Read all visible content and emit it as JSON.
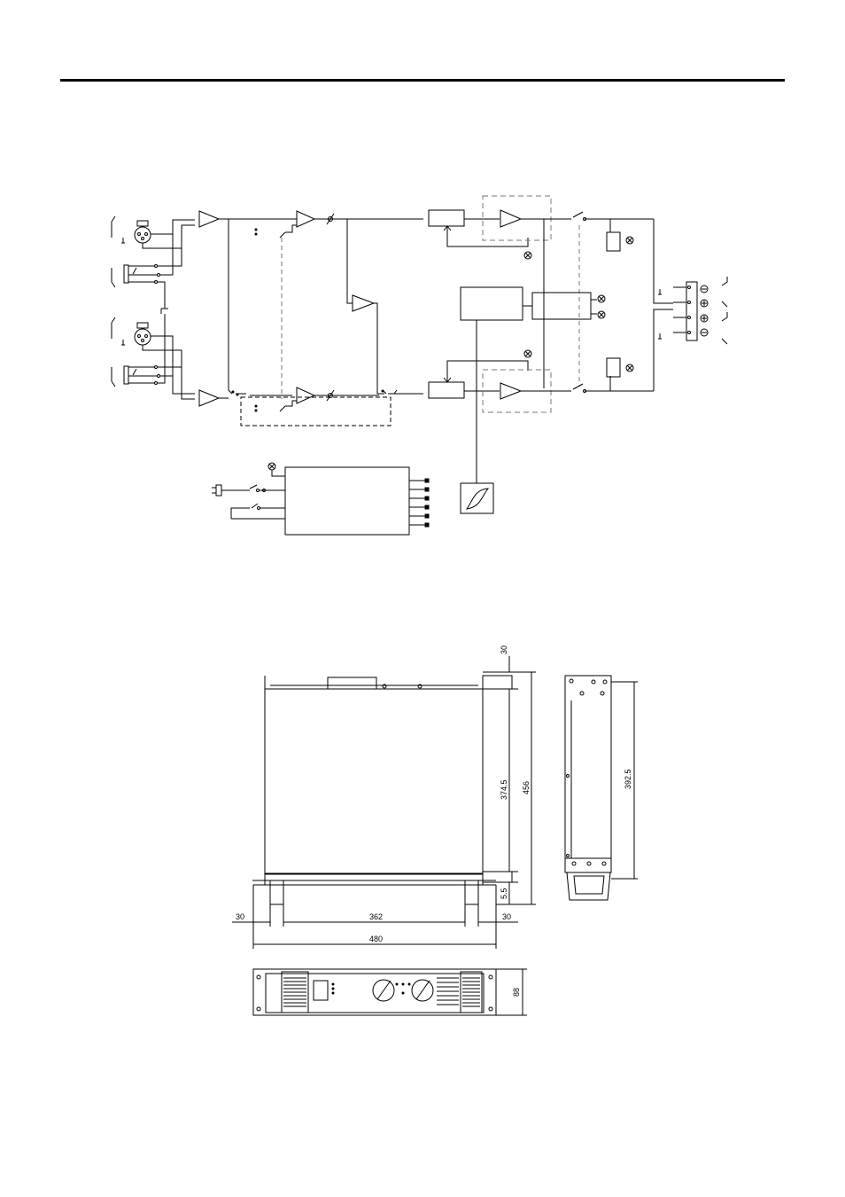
{
  "dimensions": {
    "top_clearance": "30",
    "body_depth": "374.5",
    "total_depth": "456",
    "handle_depth": "5.5",
    "side_depth": "392.5",
    "side_left": "30",
    "inner_width": "362",
    "side_right": "30",
    "total_width": "480",
    "height": "88"
  },
  "colors": {
    "line": "#000000",
    "dashed": "#777777"
  },
  "icons": [
    "xlr-connector-icon",
    "phone-jack-icon",
    "amplifier-icon",
    "lamp-icon",
    "speaker-terminal-icon",
    "power-plug-icon",
    "fan-icon",
    "volume-knob-icon"
  ]
}
